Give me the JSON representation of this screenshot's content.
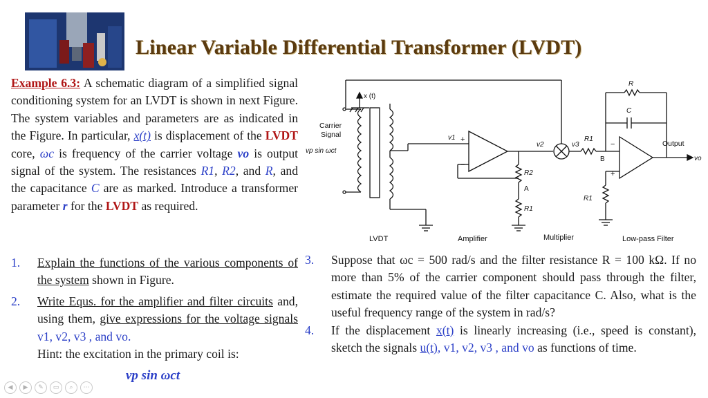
{
  "title": "Linear Variable Differential Transformer (LVDT)",
  "intro": {
    "example_label": "Example 6.3:",
    "t1": " A schematic diagram of a simplified signal conditioning system for an LVDT is shown in next Figure. The system variables and parameters are as indicated in the Figure. In particular, ",
    "xt": "x(t)",
    "t2": " is displacement of the ",
    "lvdt1": "LVDT",
    "t3": " core, ",
    "wc": "ωc",
    "t4": " is frequency of the carrier voltage ",
    "vo": "vo",
    "t5": " is output signal of the system. The resistances ",
    "r1": "R1",
    "c1": ", ",
    "r2": "R2",
    "t6": ", and ",
    "r": "R",
    "t7": ", and the capacitance ",
    "c": "C",
    "t8": " are as marked. Introduce a transformer parameter ",
    "rr": "r",
    "t9": " for the ",
    "lvdt2": "LVDT",
    "t10": " as required."
  },
  "items": [
    {
      "num": "1.",
      "a": "Explain the functions of the various components of the system",
      "b": " shown in Figure."
    },
    {
      "num": "2.",
      "a": "Write Equs. for the amplifier and filter circuits",
      "b": " and, using them, ",
      "c": "give expressions for the voltage signals",
      "d": " v1, v2, v3 , and vo.",
      "hint": "Hint: the excitation in the primary coil is:"
    },
    {
      "num": "3.",
      "text": "Suppose that ωc = 500 rad/s and the filter resistance R = 100 kΩ. If no more than 5% of the carrier component should pass through the filter, estimate the required value of the filter capacitance C. Also, what is the useful frequency range of the system in rad/s?"
    },
    {
      "num": "4.",
      "a": "If the displacement ",
      "xt": "x(t)",
      "b": " is linearly increasing (i.e., speed is constant), sketch the signals ",
      "ut": "u(t)",
      "sig": ", v1, v2, v3 , and vo",
      "c": " as functions of time."
    }
  ],
  "hint_expr": "vp sin ωct",
  "diagram": {
    "x_label": "x (t)",
    "carrier": "Carrier",
    "signal": "Signal",
    "excitation": "vp sin ωct",
    "v1": "v1",
    "v2": "v2",
    "v3": "v3",
    "vo": "vo",
    "r_top": "R",
    "c_top": "C",
    "r1_a": "R1",
    "r1_b": "R1",
    "r1_c": "R1",
    "r2": "R2",
    "node_a": "A",
    "node_b": "B",
    "plus": "+",
    "minus": "−",
    "output": "Output",
    "labels": [
      "LVDT",
      "Amplifier",
      "Multiplier",
      "Low-pass Filter"
    ]
  },
  "nav_icons": [
    "back-icon",
    "forward-icon",
    "pen-icon",
    "slides-icon",
    "zoom-icon",
    "more-icon"
  ]
}
